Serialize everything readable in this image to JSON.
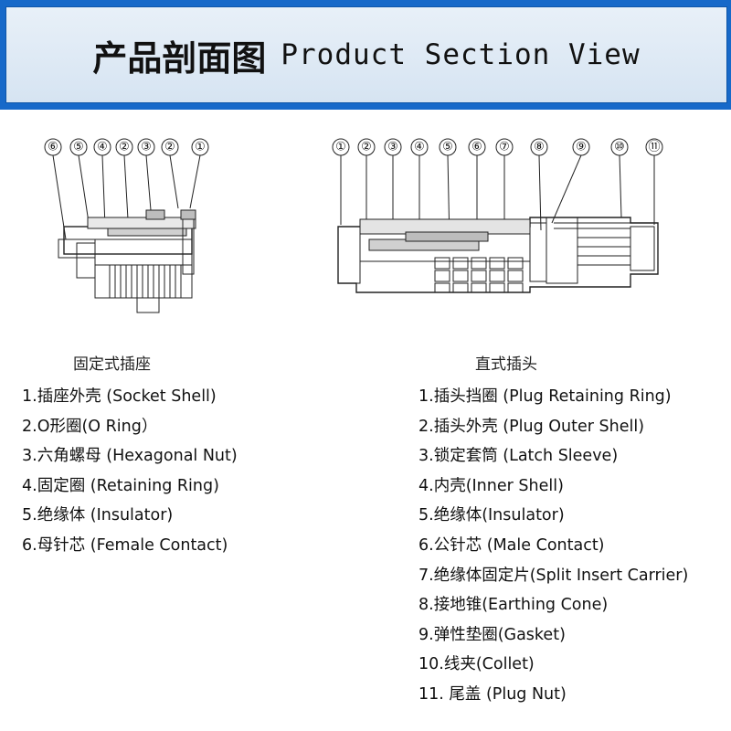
{
  "header": {
    "title_cn": "产品剖面图",
    "title_en": "Product Section View"
  },
  "left_diagram": {
    "callouts": [
      "⑥",
      "⑤",
      "④",
      "②",
      "③",
      "②",
      "①"
    ]
  },
  "right_diagram": {
    "callouts": [
      "①",
      "②",
      "③",
      "④",
      "⑤",
      "⑥",
      "⑦",
      "⑧",
      "⑨",
      "⑩",
      "⑪"
    ]
  },
  "left_legend": {
    "heading": "固定式插座",
    "items": [
      "1.插座外壳  (Socket Shell)",
      "2.O形圈(O Ring）",
      "3.六角螺母  (Hexagonal Nut)",
      "4.固定圈  (Retaining Ring)",
      "5.绝缘体  (Insulator)",
      "6.母针芯  (Female Contact)"
    ]
  },
  "right_legend": {
    "heading": "直式插头",
    "items": [
      "1.插头挡圈  (Plug  Retaining Ring)",
      "2.插头外壳  (Plug Outer Shell)",
      "3.锁定套筒  (Latch Sleeve)",
      "4.内壳(Inner Shell)",
      "5.绝缘体(Insulator)",
      "6.公针芯  (Male Contact)",
      "7.绝缘体固定片(Split Insert Carrier)",
      "8.接地锥(Earthing Cone)",
      "9.弹性垫圈(Gasket)",
      "10.线夹(Collet)",
      "11. 尾盖  (Plug Nut)"
    ]
  },
  "colors": {
    "header_bar": "#1769c9",
    "header_inner": "#e0eaf5",
    "line_art": "#222222"
  }
}
